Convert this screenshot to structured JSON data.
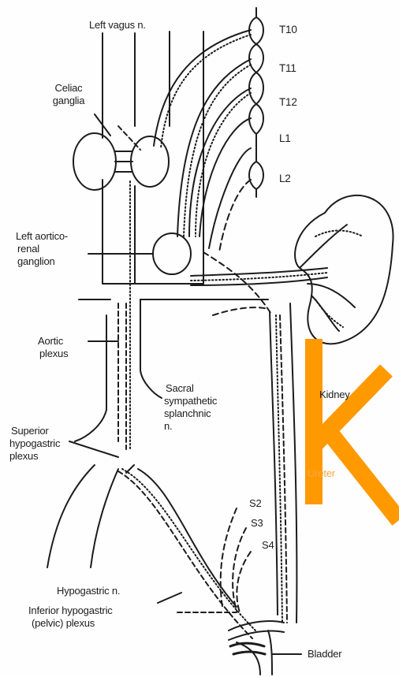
{
  "labels": {
    "left_vagus": "Left vagus n.",
    "celiac_ganglia": [
      "Celiac",
      "ganglia"
    ],
    "left_aorticorenal": [
      "Left aortico-",
      "renal",
      "ganglion"
    ],
    "aortic_plexus": [
      "Aortic",
      "plexus"
    ],
    "superior_hypogastric": [
      "Superior",
      "hypogastric",
      "plexus"
    ],
    "sacral_splanchnic": [
      "Sacral",
      "sympathetic",
      "splanchnic",
      "n."
    ],
    "kidney": "Kidney",
    "ureter": "Ureter",
    "hypogastric_n": "Hypogastric n.",
    "inferior_hypogastric": [
      "Inferior hypogastric",
      "(pelvic) plexus"
    ],
    "bladder": "Bladder"
  },
  "spinal_levels": [
    "T10",
    "T11",
    "T12",
    "L1",
    "L2"
  ],
  "sacral_levels": [
    "S2",
    "S3",
    "S4"
  ],
  "colors": {
    "ink": "#1c1c1c",
    "watermark": "#ff9900"
  }
}
